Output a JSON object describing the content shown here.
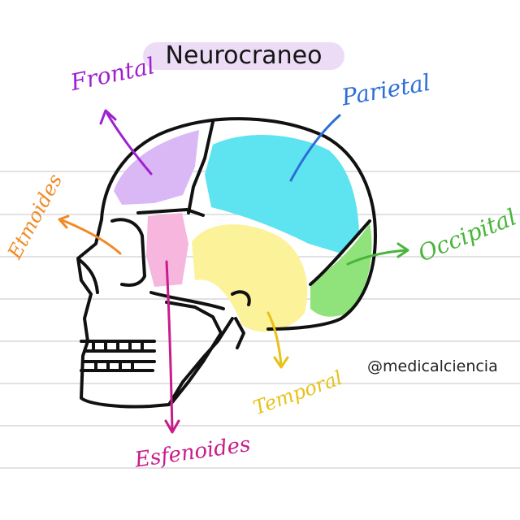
{
  "title": "Neurocraneo",
  "watermark": "@medicalciencia",
  "labels": {
    "frontal": "Frontal",
    "parietal": "Parietal",
    "etmoides": "Etmoides",
    "occipital": "Occipital",
    "temporal": "Temporal",
    "esfenoides": "Esfenoides"
  },
  "colors": {
    "frontal": "#a020d0",
    "frontal_region": "#d9b8f5",
    "parietal": "#2b6fd6",
    "parietal_region": "#5ee3f0",
    "etmoides": "#f08a24",
    "occipital": "#49b53a",
    "occipital_region": "#8fe37a",
    "temporal": "#e7c21a",
    "temporal_region": "#fbf29a",
    "esfenoides": "#c81c8a",
    "esfenoides_region": "#f7b6de",
    "title_highlight": "#ecdcf6",
    "ruled_lines": "#cfcfd6"
  }
}
